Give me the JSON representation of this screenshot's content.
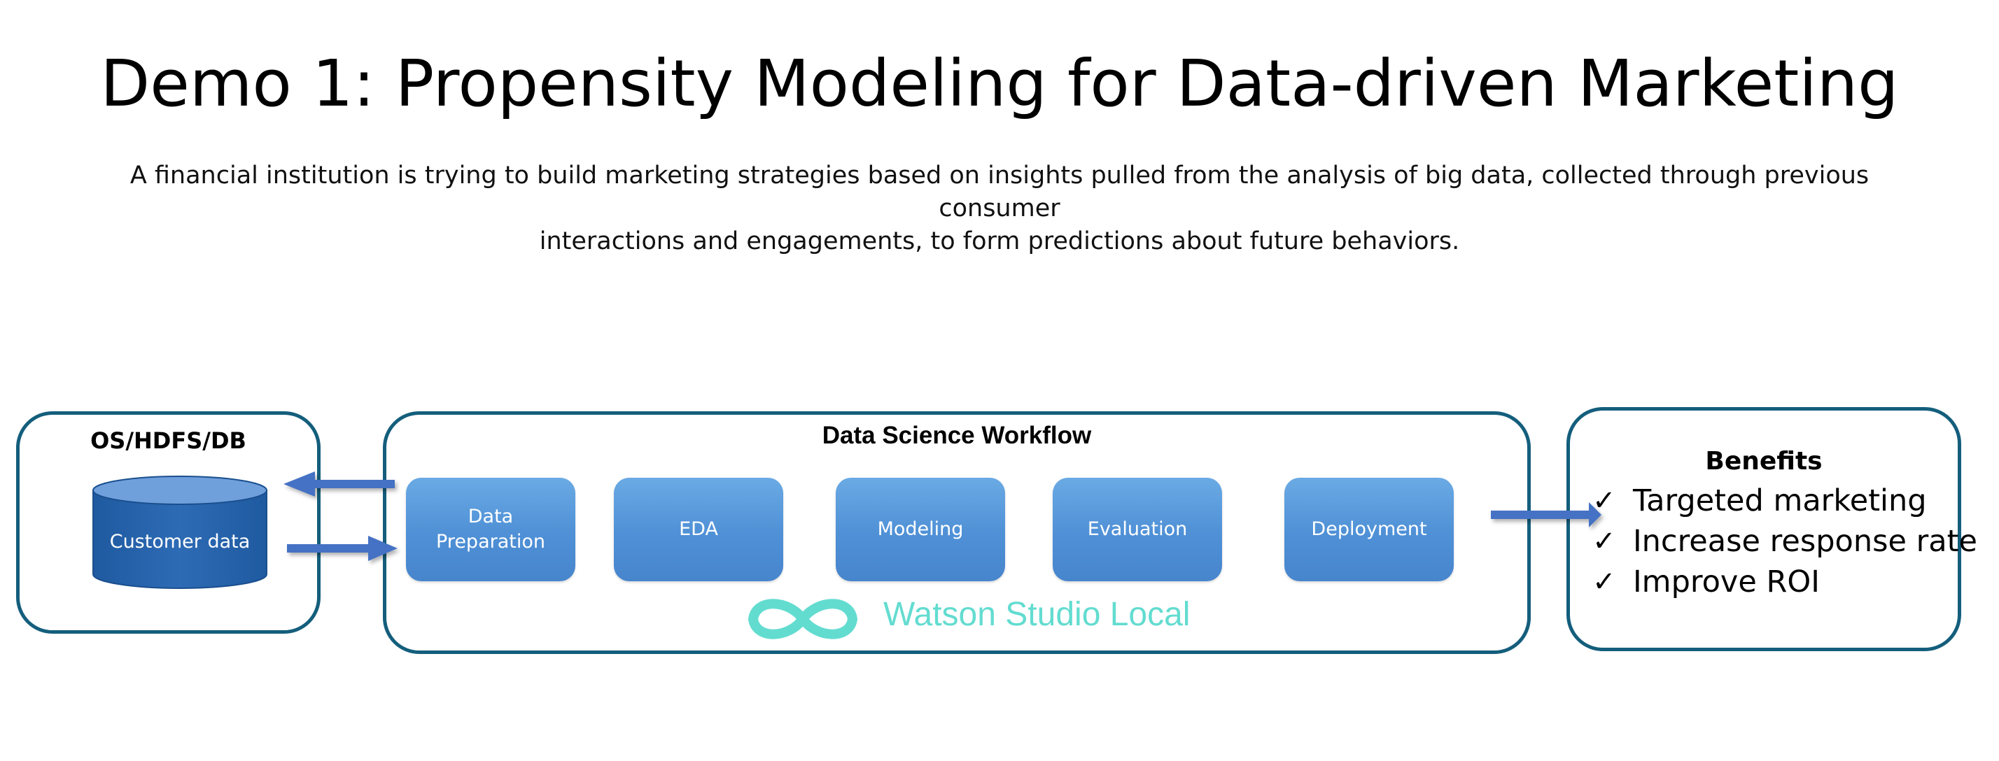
{
  "title": "Demo 1: Propensity Modeling for Data-driven Marketing",
  "subtitle_line1": "A financial institution is trying to  build marketing strategies based on insights pulled from the analysis of big data, collected through previous consumer",
  "subtitle_line2": "interactions and engagements, to form predictions about future behaviors.",
  "source": {
    "title": "OS/HDFS/DB",
    "database_label": "Customer data"
  },
  "workflow": {
    "title": "Data Science Workflow",
    "steps": [
      {
        "line1": "Data",
        "line2": "Preparation"
      },
      {
        "line1": "EDA",
        "line2": ""
      },
      {
        "line1": "Modeling",
        "line2": ""
      },
      {
        "line1": "Evaluation",
        "line2": ""
      },
      {
        "line1": "Deployment",
        "line2": ""
      }
    ],
    "product_label": "Watson Studio Local",
    "product_icon": "infinity-logo-icon"
  },
  "benefits": {
    "title": "Benefits",
    "items": [
      "Targeted marketing",
      "Increase response rate",
      "Improve ROI"
    ],
    "marker": "✓"
  },
  "colors": {
    "box_border": "#145e7c",
    "step_fill": "#5b9bdc",
    "database_fill": "#2a65ad",
    "arrow": "#4472c4",
    "watson_teal": "#63dcd0"
  }
}
